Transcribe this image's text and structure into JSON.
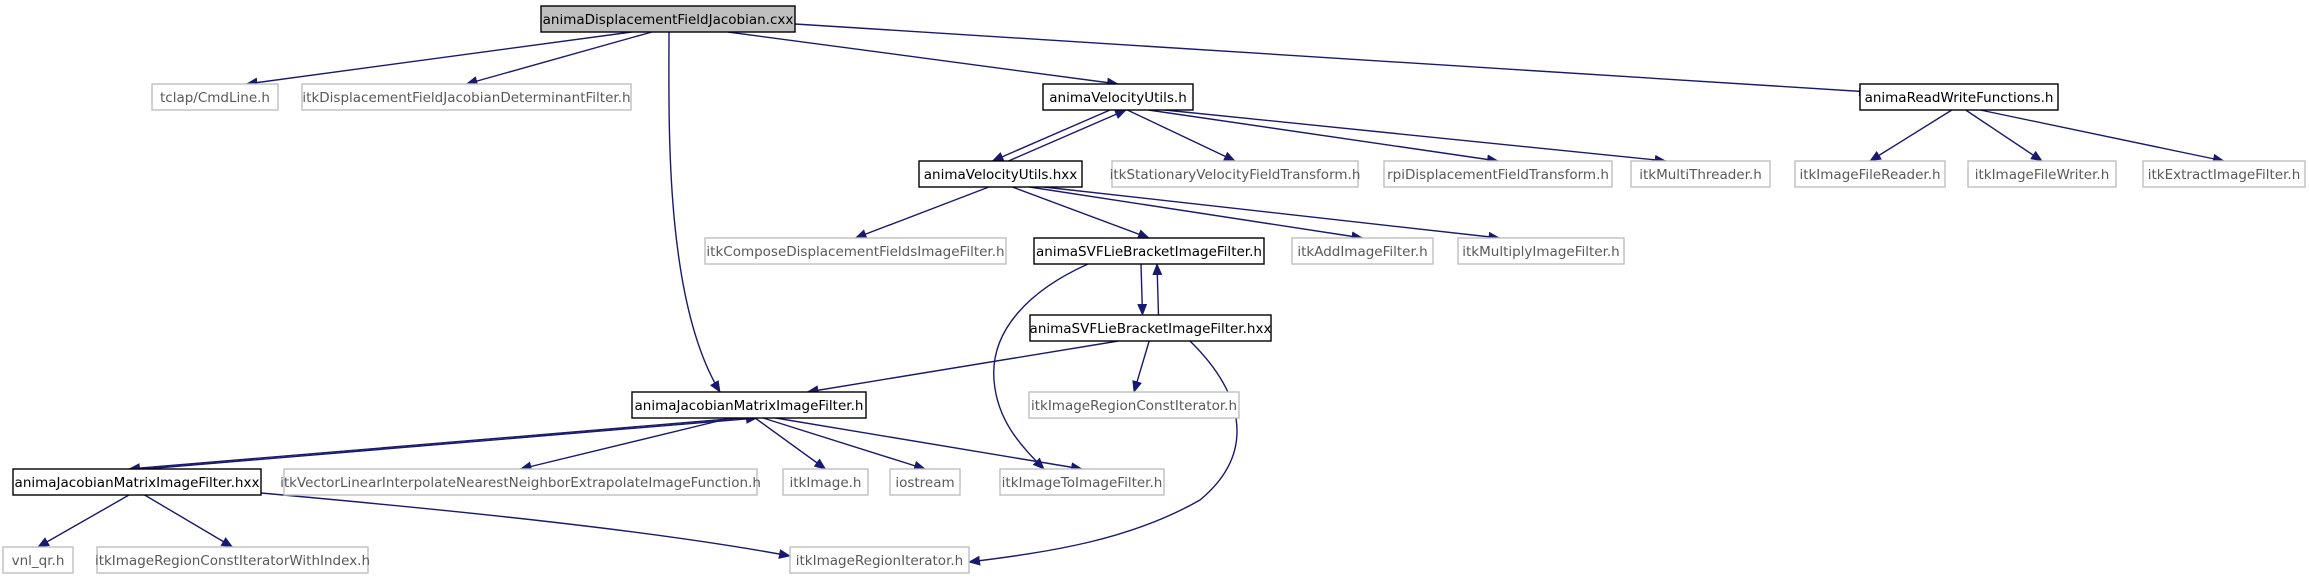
{
  "graph": {
    "colors": {
      "edge": "#191970",
      "root_fill": "#bfbfbf",
      "root_stroke": "#000000",
      "internal_stroke": "#000000",
      "external_stroke": "#bfbfbf",
      "text": "#000000",
      "external_text": "#595959"
    },
    "nodes": [
      {
        "id": "root",
        "label": "animaDisplacementFieldJacobian.cxx",
        "kind": "root"
      },
      {
        "id": "tclap",
        "label": "tclap/CmdLine.h",
        "kind": "external"
      },
      {
        "id": "itkDFJDF",
        "label": "itkDisplacementFieldJacobianDeterminantFilter.h",
        "kind": "external"
      },
      {
        "id": "velU",
        "label": "animaVelocityUtils.h",
        "kind": "internal"
      },
      {
        "id": "readW",
        "label": "animaReadWriteFunctions.h",
        "kind": "internal"
      },
      {
        "id": "velUhxx",
        "label": "animaVelocityUtils.hxx",
        "kind": "internal"
      },
      {
        "id": "itkSVFT",
        "label": "itkStationaryVelocityFieldTransform.h",
        "kind": "external"
      },
      {
        "id": "rpiDFT",
        "label": "rpiDisplacementFieldTransform.h",
        "kind": "external"
      },
      {
        "id": "itkMT",
        "label": "itkMultiThreader.h",
        "kind": "external"
      },
      {
        "id": "itkIFR",
        "label": "itkImageFileReader.h",
        "kind": "external"
      },
      {
        "id": "itkIFW",
        "label": "itkImageFileWriter.h",
        "kind": "external"
      },
      {
        "id": "itkEIF",
        "label": "itkExtractImageFilter.h",
        "kind": "external"
      },
      {
        "id": "itkCDF",
        "label": "itkComposeDisplacementFieldsImageFilter.h",
        "kind": "external"
      },
      {
        "id": "svfLB",
        "label": "animaSVFLieBracketImageFilter.h",
        "kind": "internal"
      },
      {
        "id": "itkAdd",
        "label": "itkAddImageFilter.h",
        "kind": "external"
      },
      {
        "id": "itkMul",
        "label": "itkMultiplyImageFilter.h",
        "kind": "external"
      },
      {
        "id": "svfLBhxx",
        "label": "animaSVFLieBracketImageFilter.hxx",
        "kind": "internal"
      },
      {
        "id": "jac",
        "label": "animaJacobianMatrixImageFilter.h",
        "kind": "internal"
      },
      {
        "id": "itkIRCI",
        "label": "itkImageRegionConstIterator.h",
        "kind": "external"
      },
      {
        "id": "jachxx",
        "label": "animaJacobianMatrixImageFilter.hxx",
        "kind": "internal"
      },
      {
        "id": "itkVLI",
        "label": "itkVectorLinearInterpolateNearestNeighborExtrapolateImageFunction.h",
        "kind": "external"
      },
      {
        "id": "itkImage",
        "label": "itkImage.h",
        "kind": "external"
      },
      {
        "id": "iostream",
        "label": "iostream",
        "kind": "external"
      },
      {
        "id": "itkITIF",
        "label": "itkImageToImageFilter.h",
        "kind": "external"
      },
      {
        "id": "vnl",
        "label": "vnl_qr.h",
        "kind": "external"
      },
      {
        "id": "itkIRCIWI",
        "label": "itkImageRegionConstIteratorWithIndex.h",
        "kind": "external"
      },
      {
        "id": "itkIRI",
        "label": "itkImageRegionIterator.h",
        "kind": "external"
      }
    ],
    "edges": [
      {
        "from": "root",
        "to": "tclap"
      },
      {
        "from": "root",
        "to": "itkDFJDF"
      },
      {
        "from": "root",
        "to": "jac"
      },
      {
        "from": "root",
        "to": "velU"
      },
      {
        "from": "root",
        "to": "readW"
      },
      {
        "from": "velU",
        "to": "velUhxx"
      },
      {
        "from": "velUhxx",
        "to": "velU"
      },
      {
        "from": "velU",
        "to": "itkSVFT"
      },
      {
        "from": "velU",
        "to": "rpiDFT"
      },
      {
        "from": "velU",
        "to": "itkMT"
      },
      {
        "from": "readW",
        "to": "itkIFR"
      },
      {
        "from": "readW",
        "to": "itkIFW"
      },
      {
        "from": "readW",
        "to": "itkEIF"
      },
      {
        "from": "velUhxx",
        "to": "itkCDF"
      },
      {
        "from": "velUhxx",
        "to": "svfLB"
      },
      {
        "from": "velUhxx",
        "to": "itkAdd"
      },
      {
        "from": "velUhxx",
        "to": "itkMul"
      },
      {
        "from": "svfLB",
        "to": "svfLBhxx"
      },
      {
        "from": "svfLBhxx",
        "to": "svfLB"
      },
      {
        "from": "svfLB",
        "to": "itkITIF"
      },
      {
        "from": "svfLBhxx",
        "to": "jac"
      },
      {
        "from": "svfLBhxx",
        "to": "itkIRCI"
      },
      {
        "from": "svfLBhxx",
        "to": "itkIRI"
      },
      {
        "from": "jac",
        "to": "jachxx"
      },
      {
        "from": "jachxx",
        "to": "jac"
      },
      {
        "from": "jac",
        "to": "itkVLI"
      },
      {
        "from": "jac",
        "to": "itkImage"
      },
      {
        "from": "jac",
        "to": "iostream"
      },
      {
        "from": "jac",
        "to": "itkITIF"
      },
      {
        "from": "jachxx",
        "to": "vnl"
      },
      {
        "from": "jachxx",
        "to": "itkIRCIWI"
      },
      {
        "from": "jachxx",
        "to": "itkIRI"
      }
    ]
  }
}
